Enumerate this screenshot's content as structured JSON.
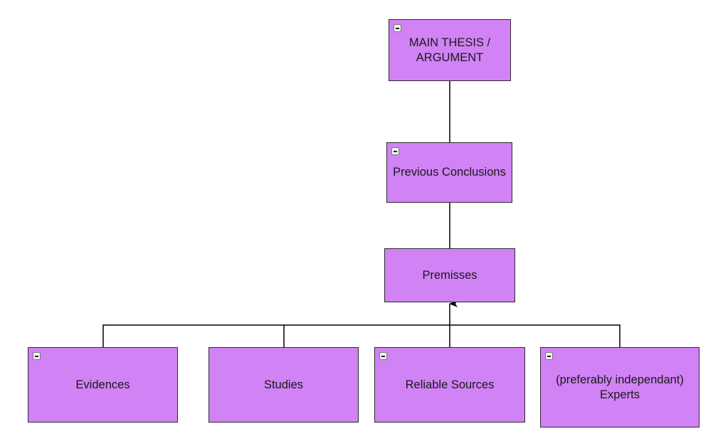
{
  "diagram": {
    "colors": {
      "node_fill": "#d182f5",
      "node_border": "#2b2b2b",
      "edge": "#000000"
    },
    "nodes": {
      "thesis": {
        "label": "MAIN THESIS / ARGUMENT",
        "collapsible": true
      },
      "previous_conclusions": {
        "label": "Previous Conclusions",
        "collapsible": true
      },
      "premisses": {
        "label": "Premisses",
        "collapsible": false
      },
      "evidences": {
        "label": "Evidences",
        "collapsible": true
      },
      "studies": {
        "label": "Studies",
        "collapsible": false
      },
      "reliable_sources": {
        "label": "Reliable Sources",
        "collapsible": true
      },
      "experts": {
        "label": "(preferably independant) Experts",
        "collapsible": true
      }
    },
    "edges": [
      {
        "from": "thesis",
        "to": "previous_conclusions"
      },
      {
        "from": "previous_conclusions",
        "to": "premisses"
      },
      {
        "from": "evidences",
        "to": "premisses",
        "arrow": true
      },
      {
        "from": "studies",
        "to": "premisses",
        "arrow": true
      },
      {
        "from": "reliable_sources",
        "to": "premisses",
        "arrow": true
      },
      {
        "from": "experts",
        "to": "premisses",
        "arrow": true
      }
    ]
  }
}
